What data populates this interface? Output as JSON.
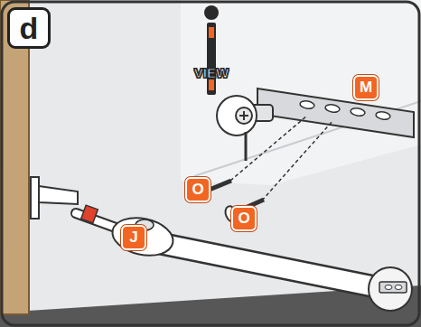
{
  "diagram": {
    "labels": [
      "d",
      "VIEW",
      "M",
      "O",
      "O",
      "J"
    ]
  }
}
